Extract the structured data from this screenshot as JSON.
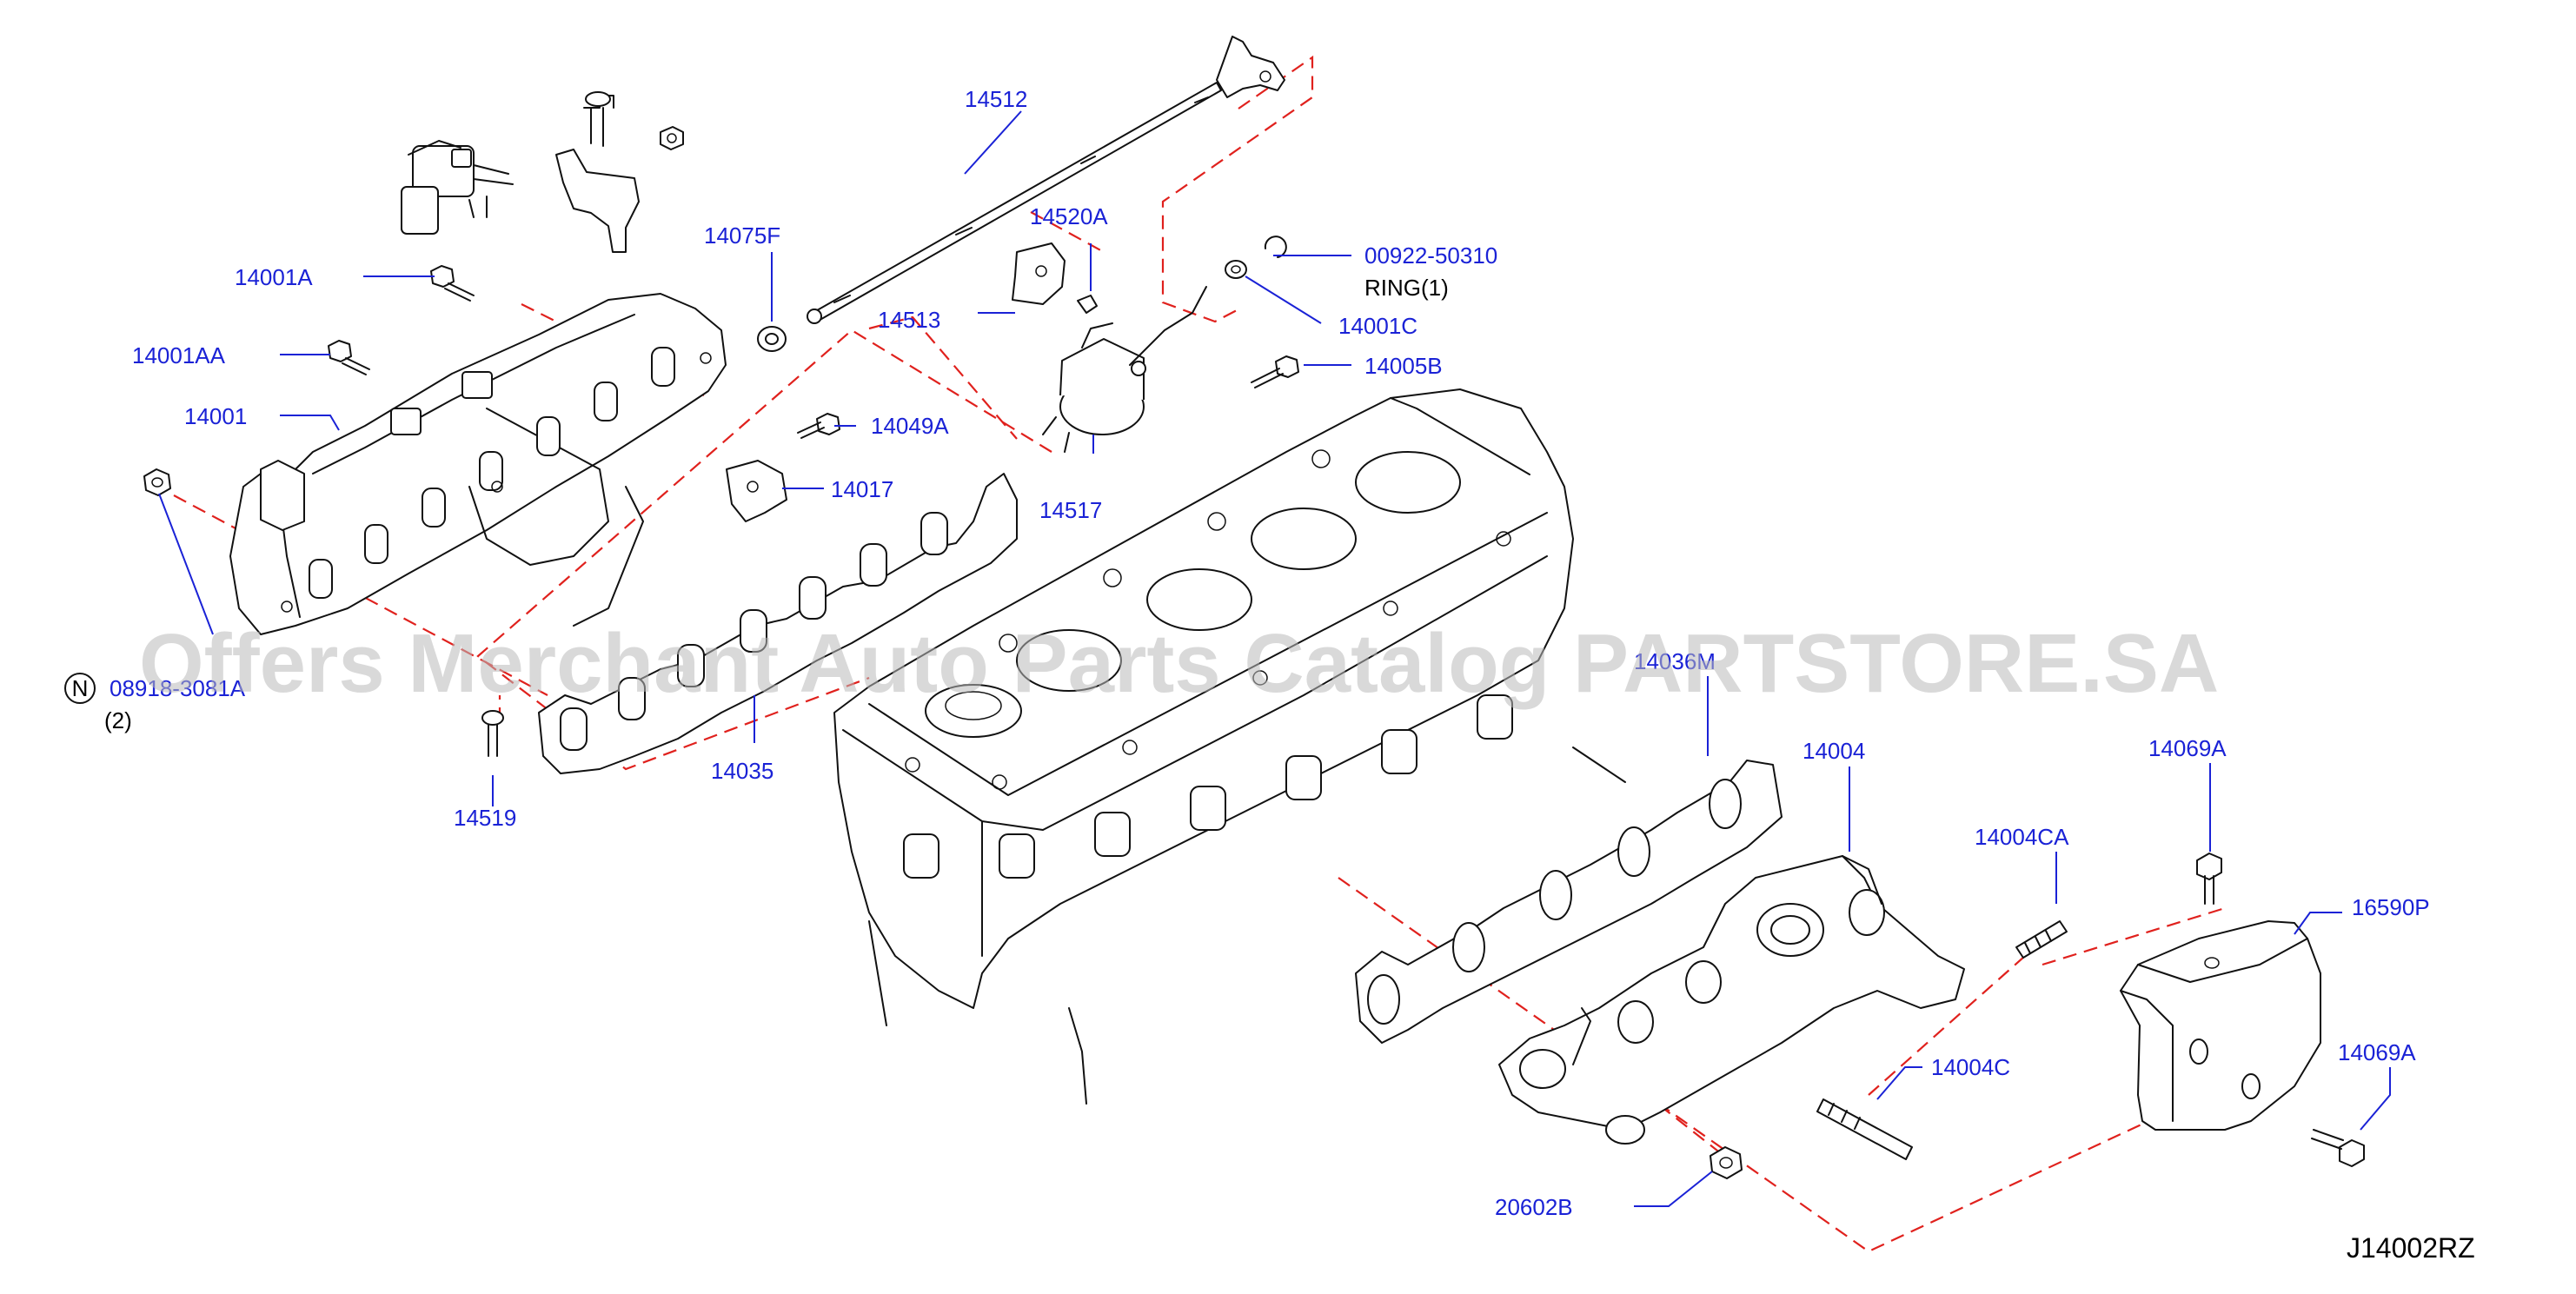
{
  "diagram": {
    "code": "J14002RZ",
    "watermark": "Offers Merchant Auto Parts Catalog PARTSTORE.SA",
    "colors": {
      "label": "#1a22d6",
      "dash": "#e0211d",
      "line": "#111111"
    },
    "callouts": {
      "p14512": "14512",
      "p14520A": "14520A",
      "p14075F": "14075F",
      "p00922": "00922-50310",
      "ring": "RING(1)",
      "p14001A": "14001A",
      "p14001C": "14001C",
      "p14513": "14513",
      "p14005B": "14005B",
      "p14001AA": "14001AA",
      "p14001": "14001",
      "p14049A": "14049A",
      "p14017": "14017",
      "p14517": "14517",
      "n_symbol": "N",
      "p08918": "08918-3081A",
      "qty2": "(2)",
      "p14035": "14035",
      "p14519": "14519",
      "p14036M": "14036M",
      "p14004": "14004",
      "p14069A_top": "14069A",
      "p14004CA": "14004CA",
      "p16590P": "16590P",
      "p14069A_side": "14069A",
      "p14004C": "14004C",
      "p20602B": "20602B"
    }
  }
}
